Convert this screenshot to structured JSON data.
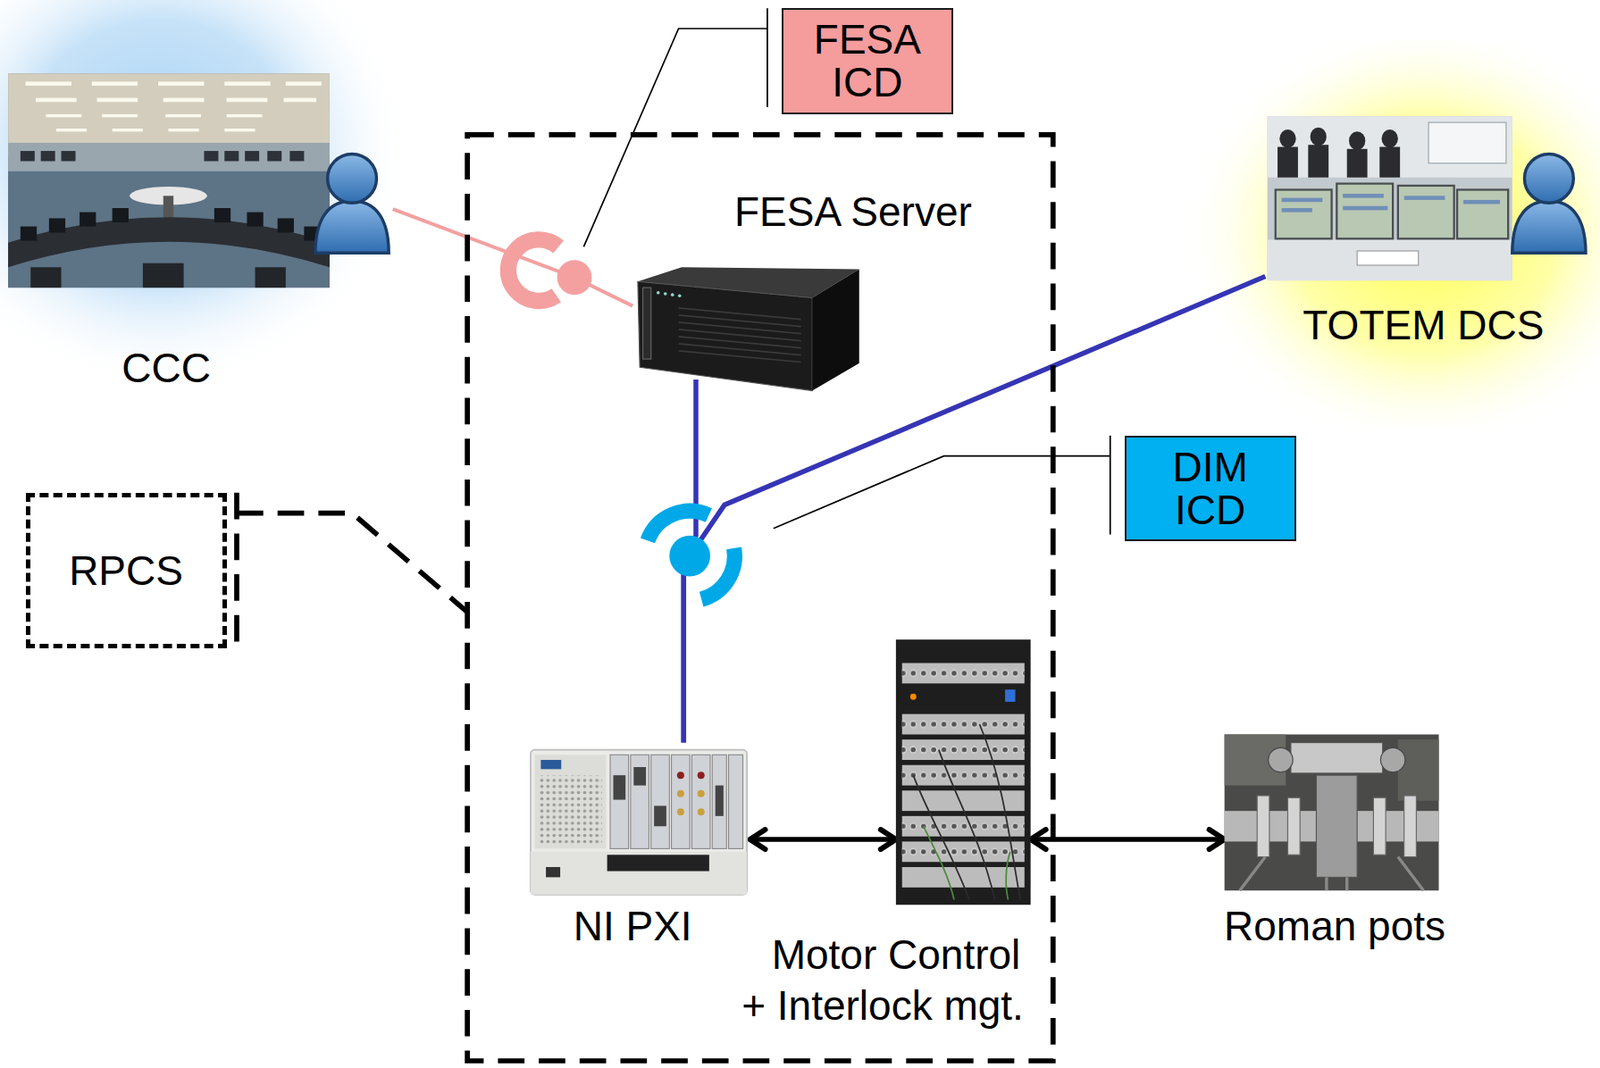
{
  "diagram": {
    "nodes": [
      {
        "text": [
          "CCC"
        ]
      },
      {
        "text": [
          "FESA ICD"
        ]
      },
      {
        "text": [
          "FESA Server"
        ]
      },
      {
        "text": [
          "TOTEM DCS"
        ]
      },
      {
        "text": [
          "DIM ICD"
        ]
      },
      {
        "text": [
          "RPCS"
        ]
      },
      {
        "text": [
          "NI PXI"
        ]
      },
      {
        "text": [
          "Motor Control + Interlock mgt."
        ]
      },
      {
        "text": [
          "Roman pots"
        ]
      }
    ],
    "edges": [
      {
        "from": 0,
        "to": 2,
        "arrow": "none"
      },
      {
        "from": 2,
        "to": 6,
        "arrow": "none"
      },
      {
        "from": 3,
        "to": 6,
        "arrow": "none"
      },
      {
        "from": 6,
        "to": 7,
        "arrow": "both"
      },
      {
        "from": 7,
        "to": 8,
        "arrow": "both"
      }
    ]
  }
}
